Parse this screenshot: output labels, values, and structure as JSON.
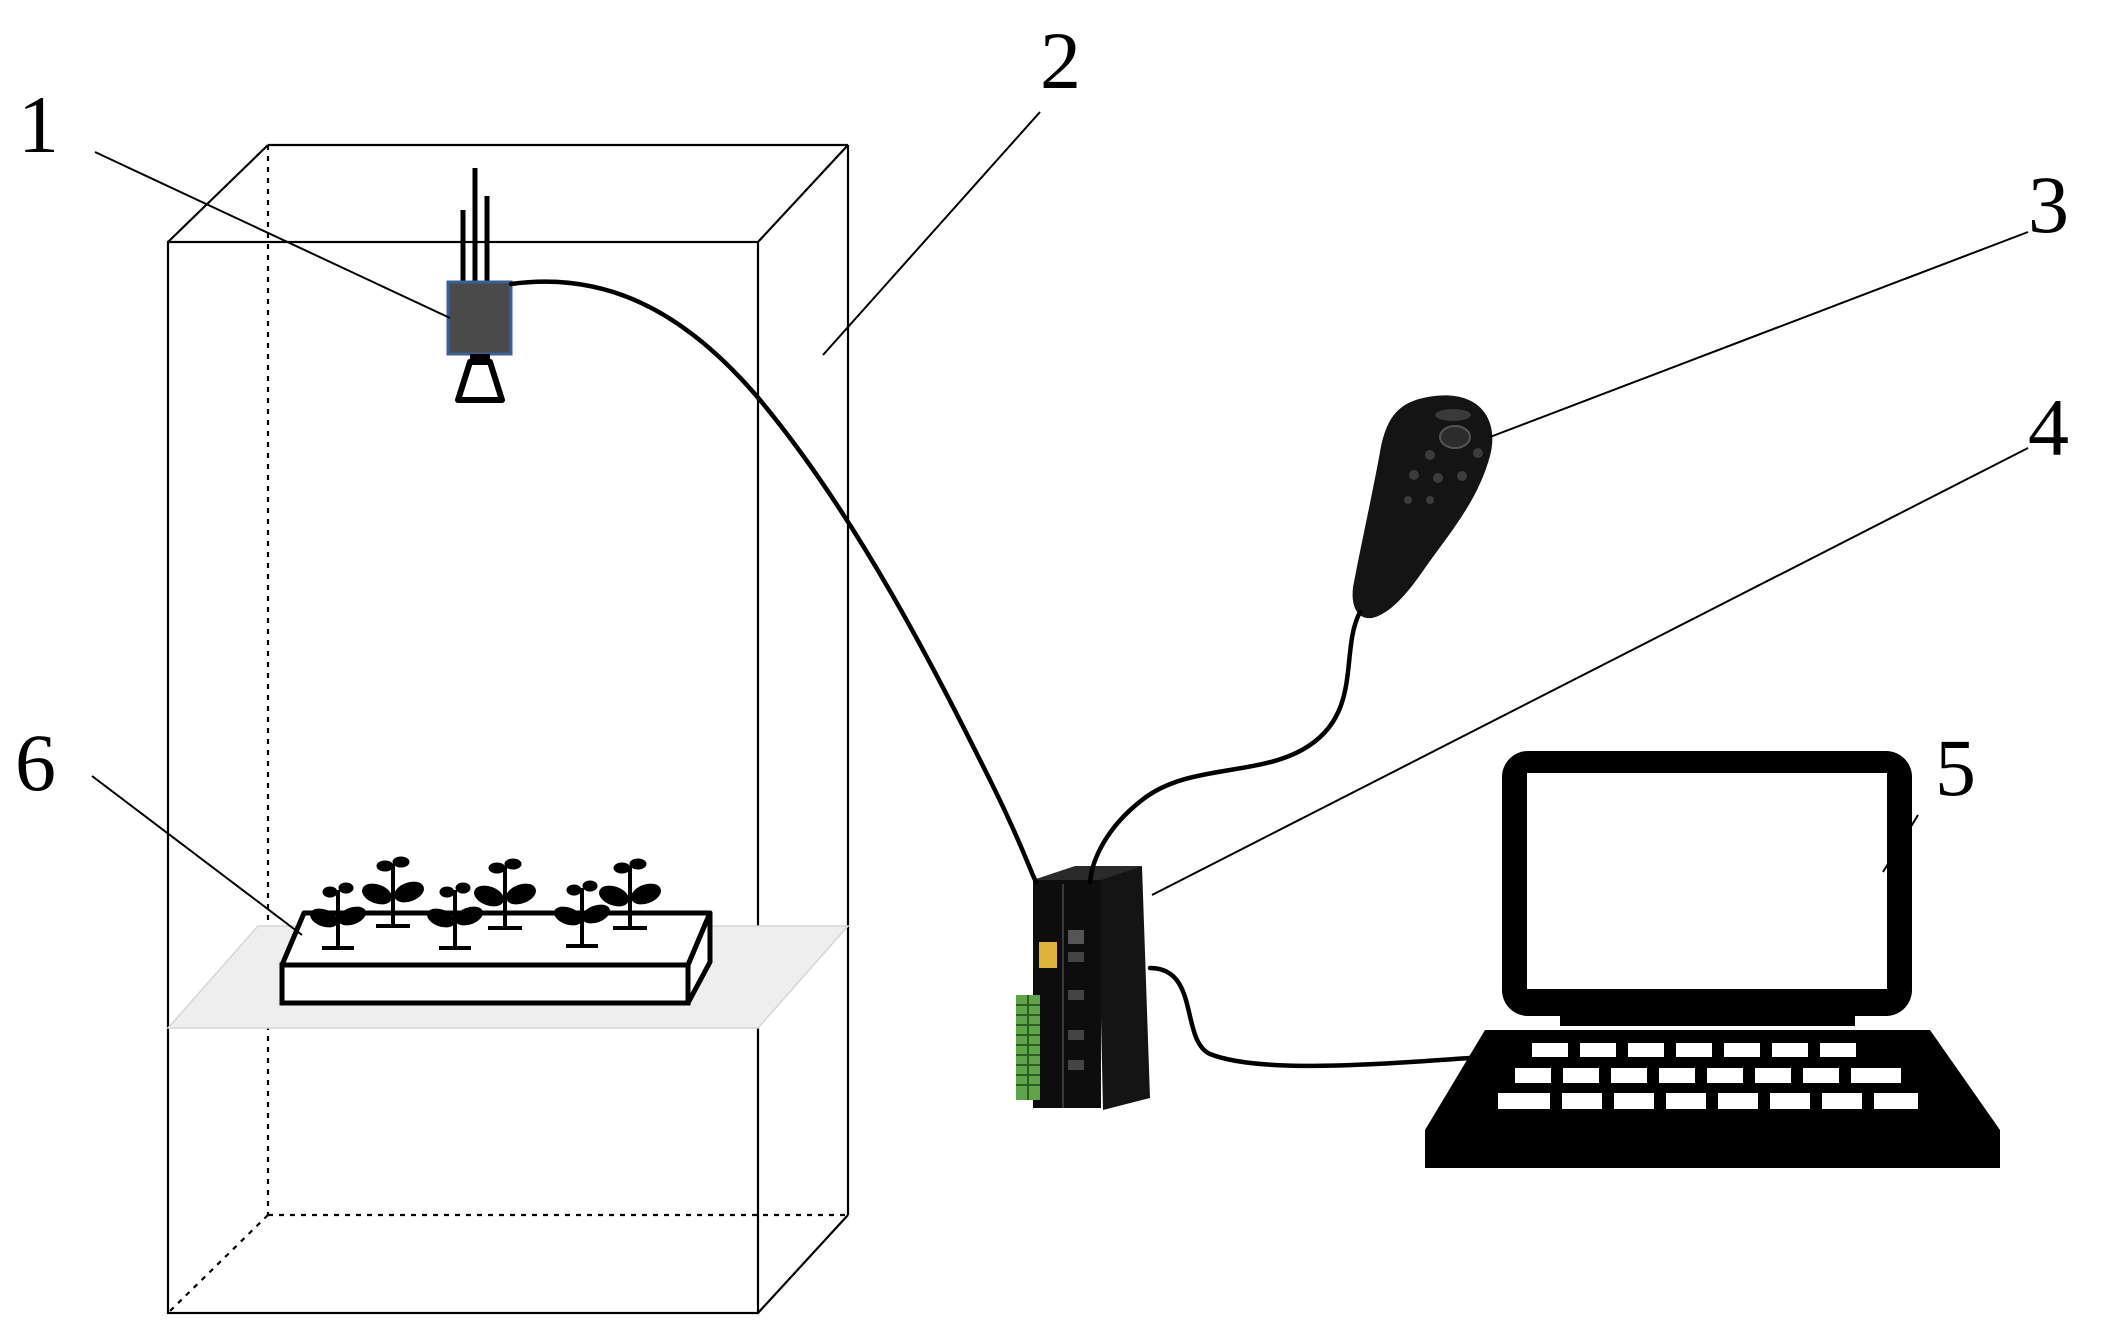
{
  "callouts": {
    "c1": "1",
    "c2": "2",
    "c3": "3",
    "c4": "4",
    "c5": "5",
    "c6": "6"
  },
  "colors": {
    "line": "#000000",
    "camera_body": "#4a4a4a",
    "camera_frame": "#3a5f9a",
    "shelf": "#eeeeee",
    "terminal_stripe": "#5fa34a",
    "port_yellow": "#e0b23a"
  }
}
